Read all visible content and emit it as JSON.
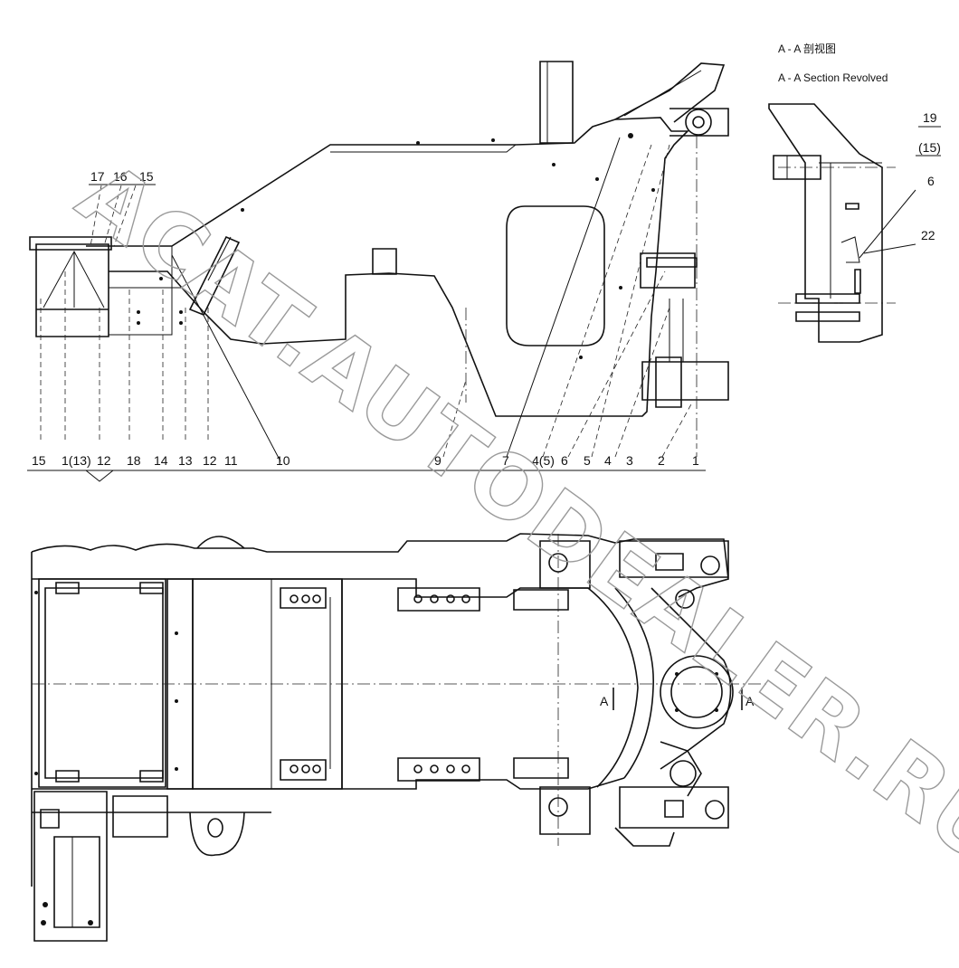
{
  "section_caption": {
    "line1": "A - A 剖视图",
    "line2": "A - A Section Revolved"
  },
  "section_marks": {
    "left": "A",
    "right": "A"
  },
  "side_view_labels": [
    "15",
    "1(13)",
    "12",
    "18",
    "14",
    "13",
    "12",
    "11",
    "10",
    "9",
    "7",
    "4(5)",
    "6",
    "5",
    "4",
    "3",
    "2",
    "1"
  ],
  "top_view_labels": [
    "17",
    "16",
    "15"
  ],
  "section_labels": [
    "19",
    "(15)",
    "6",
    "22"
  ],
  "watermark": "ACAT.AUTODEALER.RU"
}
